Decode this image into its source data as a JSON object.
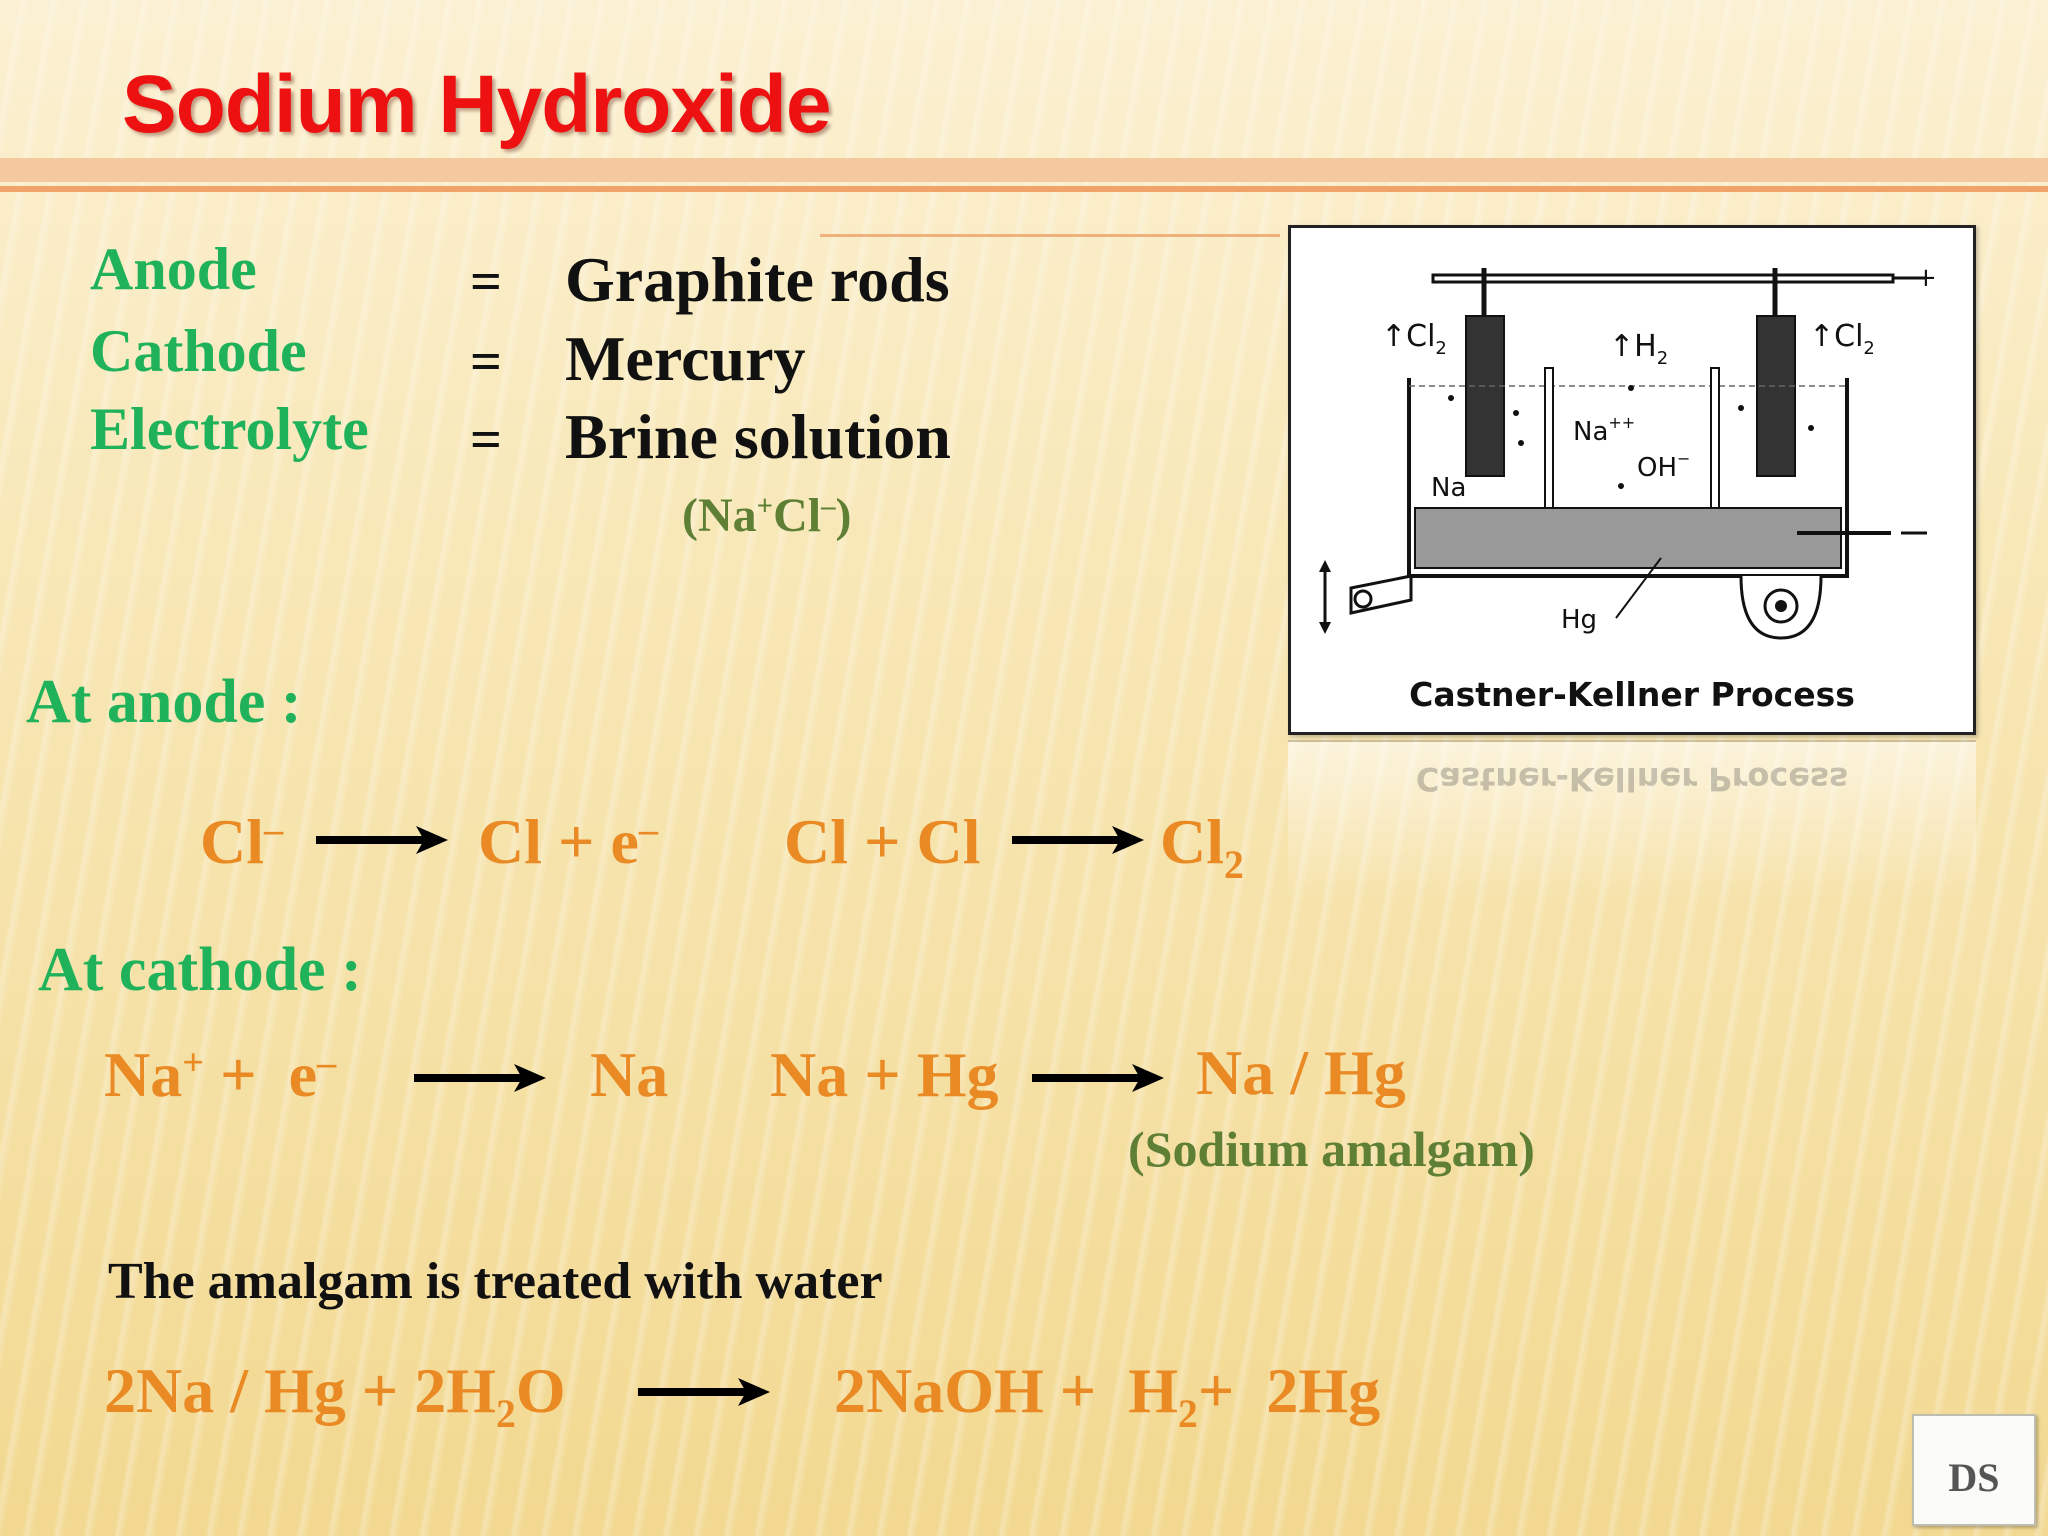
{
  "title": "Sodium Hydroxide",
  "definitions": {
    "anode_label": "Anode",
    "cathode_label": "Cathode",
    "electrolyte_label": "Electrolyte",
    "equals": "=",
    "anode_value": "Graphite rods",
    "cathode_value": "Mercury",
    "electrolyte_value": "Brine solution",
    "electrolyte_formula": {
      "open": "(Na",
      "plus": "+",
      "cl": "Cl",
      "minus": "–",
      "close": ")"
    }
  },
  "anode_section": {
    "heading": "At anode :",
    "eq1_left": {
      "text": "Cl",
      "sup": "–"
    },
    "eq1_right": {
      "text": "Cl + e",
      "sup": "–"
    },
    "eq2_left": "Cl + Cl",
    "eq2_right": {
      "text": "Cl",
      "sub": "2"
    }
  },
  "cathode_section": {
    "heading": "At cathode :",
    "eq1_left": {
      "na": "Na",
      "na_sup": "+",
      "plus": " +  e",
      "e_sup": "–"
    },
    "eq1_right": "Na",
    "eq2_left": "Na + Hg",
    "eq2_right": "Na / Hg",
    "note": "(Sodium amalgam)"
  },
  "water_section": {
    "text": "The amalgam is treated with water",
    "left_a": "2Na / Hg + 2H",
    "left_sub": "2",
    "left_b": "O",
    "right_a": "2NaOH +  H",
    "right_sub": "2",
    "right_b": "+  2Hg"
  },
  "diagram": {
    "caption": "Castner-Kellner Process",
    "label_cl2_left": "↑Cl",
    "label_cl2_right": "↑Cl",
    "label_h2": "↑H",
    "sub2": "2",
    "label_na_arrow": "Na",
    "label_na_plus": "Na",
    "label_na_plus_sup": "++",
    "label_oh": "OH",
    "label_oh_sup": "−",
    "label_hg": "Hg",
    "label_pos": "+",
    "label_neg": "–"
  },
  "logo": {
    "text": "DS"
  }
}
